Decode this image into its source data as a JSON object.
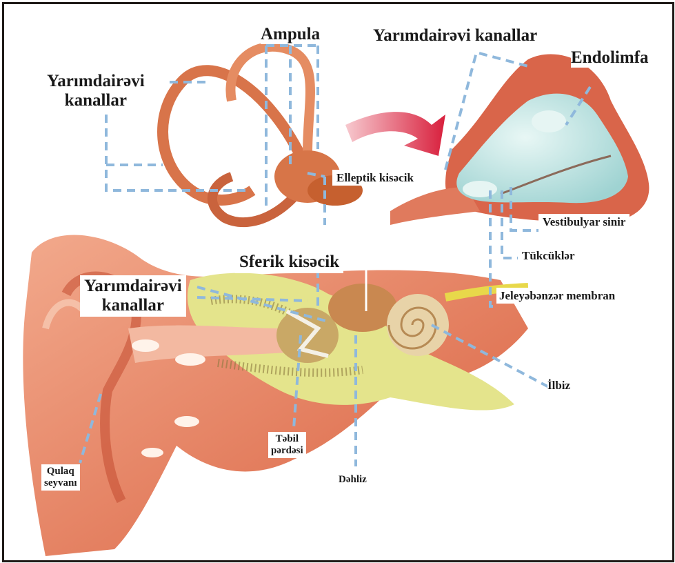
{
  "colors": {
    "border": "#1f1a17",
    "leader_line": "#8fb8dc",
    "skin": "#e9876a",
    "bone": "#e4e48c",
    "fluid": "#b9e0df",
    "arrow": "#d81f3c"
  },
  "labels": {
    "ampula": "Ampula",
    "yarim_top_line1": "Yarımdairəvi",
    "yarim_top_line2": "kanallar",
    "yarim_right": "Yarımdairəvi kanallar",
    "endolimfa": "Endolimfa",
    "elleptik": "Elleptik kisəcik",
    "vestibulyar": "Vestibulyar sinir",
    "tukcukler": "Tükcüklər",
    "sferik": "Sferik kisəcik",
    "yarim_mid_line1": "Yarımdairəvi",
    "yarim_mid_line2": "kanallar",
    "jeley": "Jeleyəbənzər membran",
    "ilbiz": "İlbiz",
    "tebil_line1": "Təbil",
    "tebil_line2": "pərdəsi",
    "qulaq_line1": "Qulaq",
    "qulaq_line2": "seyvanı",
    "dehliz": "Dəhliz"
  }
}
